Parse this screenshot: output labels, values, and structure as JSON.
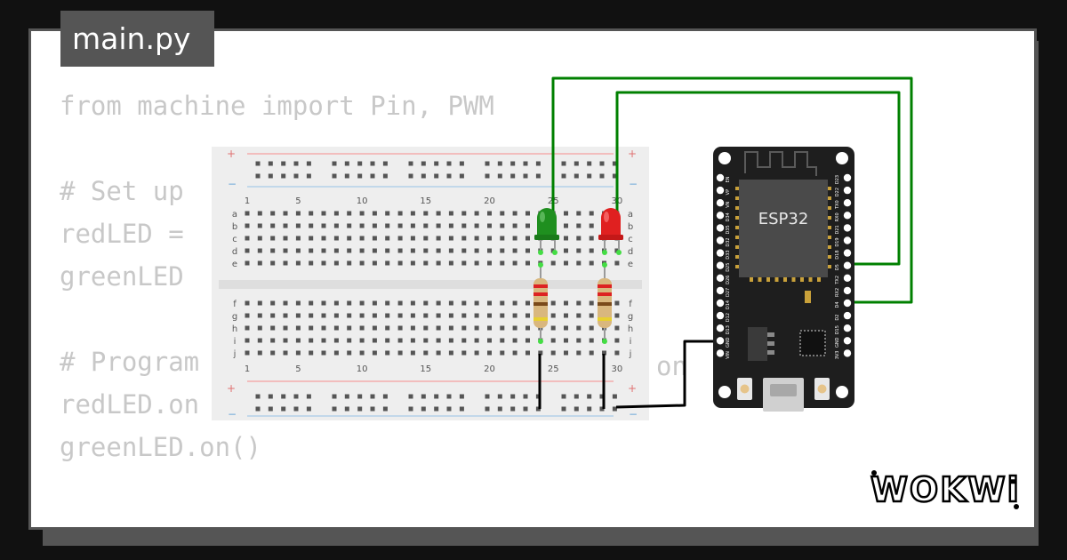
{
  "file": {
    "name": "main.py"
  },
  "code": {
    "lines": [
      "from machine import Pin, PWM",
      "",
      "# Set up",
      "redLED =",
      "greenLED",
      "",
      "# Program",
      "redLED.on",
      "greenLED.on()"
    ],
    "fragment_right": "on"
  },
  "breadboard": {
    "top_numbers": [
      "1",
      "5",
      "10",
      "15",
      "20",
      "25",
      "30"
    ],
    "bottom_numbers": [
      "1",
      "5",
      "10",
      "15",
      "20",
      "25",
      "30"
    ],
    "rows_top": [
      "a",
      "b",
      "c",
      "d",
      "e"
    ],
    "rows_bottom": [
      "f",
      "g",
      "h",
      "i",
      "j"
    ],
    "plus_sign": "+",
    "minus_sign": "−"
  },
  "board": {
    "chip_label": "ESP32",
    "pins_left": [
      "EN",
      "VP",
      "VN",
      "D34",
      "D35",
      "D32",
      "D33",
      "D25",
      "D26",
      "D27",
      "D14",
      "D12",
      "D13",
      "GND",
      "VIN"
    ],
    "pins_right": [
      "D23",
      "D22",
      "TX0",
      "RX0",
      "D21",
      "D19",
      "D18",
      "D5",
      "TX2",
      "RX2",
      "D4",
      "D2",
      "D15",
      "GND",
      "3V3"
    ]
  },
  "logo": {
    "text": "WOKWi"
  },
  "colors": {
    "background": "#111111",
    "card": "#ffffff",
    "frame": "#555555",
    "code_text": "#c8c8c8",
    "wire_green": "#008000",
    "wire_black": "#000000",
    "led_red": "#e02020",
    "led_green": "#1f8f1f",
    "board": "#1e1e1e",
    "chip": "#4a4a4a"
  }
}
